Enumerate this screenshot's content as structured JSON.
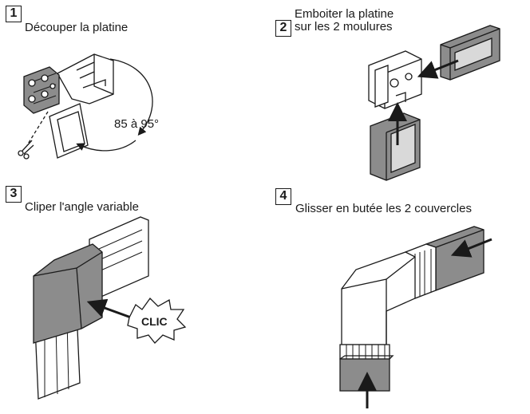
{
  "steps": [
    {
      "number": "1",
      "title": "Découper la platine",
      "angle_label": "85 à 95°"
    },
    {
      "number": "2",
      "title": "Emboiter la platine\nsur les 2 moulures"
    },
    {
      "number": "3",
      "title": "Cliper l'angle variable",
      "sound_label": "CLIC"
    },
    {
      "number": "4",
      "title": "Glisser en butée les 2 couvercles"
    }
  ],
  "colors": {
    "line": "#1a1a1a",
    "gray": "#8c8c8c",
    "light_gray": "#d9d9d9",
    "fill": "#ffffff"
  }
}
